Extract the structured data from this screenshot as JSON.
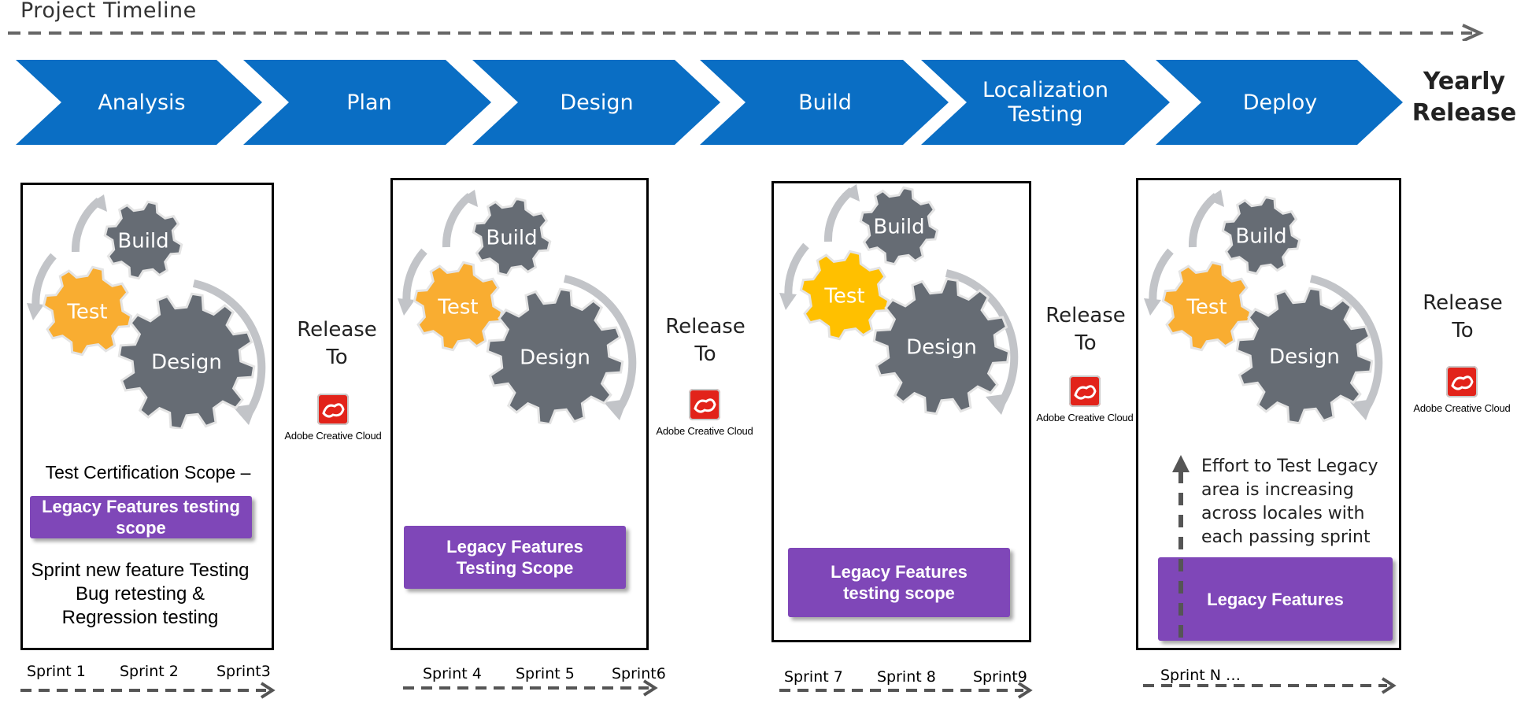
{
  "title": "Project Timeline",
  "phases": [
    "Analysis",
    "Plan",
    "Design",
    "Build",
    "Localization Testing",
    "Deploy"
  ],
  "yearly_release": "Yearly Release",
  "gears": {
    "build": "Build",
    "test": "Test",
    "design": "Design"
  },
  "panel1": {
    "scope_text": "Test Certification Scope  –",
    "legacy": "Legacy Features testing scope",
    "sprint_text_1": "Sprint new feature Testing",
    "sprint_text_2": "Bug retesting &",
    "sprint_text_3": "Regression testing"
  },
  "panel2": {
    "legacy": "Legacy Features Testing Scope"
  },
  "panel3": {
    "legacy": "Legacy Features testing scope"
  },
  "panel4": {
    "legacy": "Legacy Features",
    "note": "Effort to Test Legacy area is increasing across locales with each passing sprint"
  },
  "release": {
    "line1": "Release",
    "line2": "To",
    "product": "Adobe Creative Cloud"
  },
  "sprints": {
    "g1": [
      "Sprint 1",
      "Sprint 2",
      "Sprint3"
    ],
    "g2": [
      "Sprint 4",
      "Sprint 5",
      "Sprint6"
    ],
    "g3": [
      "Sprint 7",
      "Sprint 8",
      "Sprint9"
    ],
    "g4": [
      "Sprint N …"
    ]
  },
  "colors": {
    "chevron": "#0a6ec4",
    "gear_dark": "#666c74",
    "gear_orange": "#f9ad31",
    "gear_yellow": "#ffc000",
    "legacy_purple": "#7f47b8",
    "arrow_gray": "#c2c4c8"
  }
}
